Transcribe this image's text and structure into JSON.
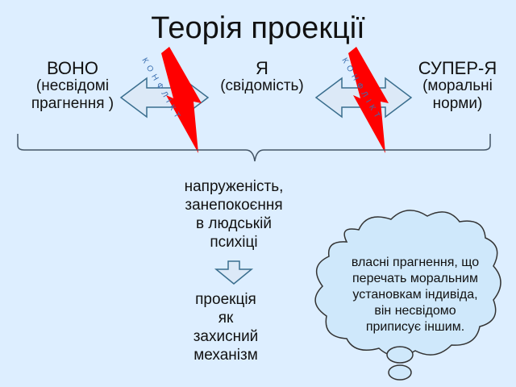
{
  "title": "Теорія проекції",
  "id": {
    "name": "ВОНО",
    "line1": "(несвідомі",
    "line2": "прагнення )"
  },
  "ego": {
    "name": "Я",
    "line1": "(свідомість)"
  },
  "superego": {
    "name": "СУПЕР-Я",
    "line1": "(моральні",
    "line2": "норми)"
  },
  "conflict_label": "КОНФЛІКТ",
  "tension": {
    "line1": "напруженість,",
    "line2": "занепокоєння",
    "line3": "в людській",
    "line4": "психіці"
  },
  "projection": {
    "line1": "проекція",
    "line2": "як",
    "line3": "захисний",
    "line4": "механізм"
  },
  "cloud": {
    "line1": "власні прагнення, що",
    "line2": "перечать моральним",
    "line3": "установкам індивіда,",
    "line4": "він несвідомо",
    "line5": "приписує іншим."
  },
  "colors": {
    "background": "#ddeeff",
    "arrow_fill": "#dce9f7",
    "arrow_stroke": "#3a6e8e",
    "lightning": "#ff0000",
    "cloud_fill": "#cfe8fb",
    "cloud_stroke": "#333333"
  }
}
